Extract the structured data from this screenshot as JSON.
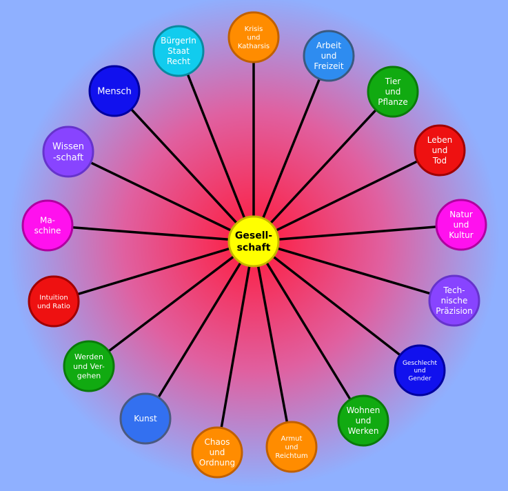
{
  "center": {
    "lines": [
      "Gesell-",
      "schaft"
    ],
    "fill": "#ffff00",
    "stroke": "#c8b400",
    "text_color": "#000000"
  },
  "background": {
    "inner": "#ff1a3c",
    "mid": "#e060a0",
    "outer": "#8fb0ff"
  },
  "spoke_color": "#000000",
  "nodes": [
    {
      "id": "krisis-und-katharsis",
      "lines": [
        "Krisis",
        "und",
        "Katharsis"
      ],
      "fill": "#ff8c00",
      "stroke": "#c06000"
    },
    {
      "id": "arbeit-und-freizeit",
      "lines": [
        "Arbeit",
        "und",
        "Freizeit"
      ],
      "fill": "#2e8cf0",
      "stroke": "#3a5a80"
    },
    {
      "id": "tier-und-pflanze",
      "lines": [
        "Tier",
        "und",
        "Pflanze"
      ],
      "fill": "#11aa11",
      "stroke": "#0a7a0a"
    },
    {
      "id": "leben-und-tod",
      "lines": [
        "Leben",
        "und",
        "Tod"
      ],
      "fill": "#ee1111",
      "stroke": "#a00000"
    },
    {
      "id": "natur-und-kultur",
      "lines": [
        "Natur",
        "und",
        "Kultur"
      ],
      "fill": "#ff11ee",
      "stroke": "#b000a0"
    },
    {
      "id": "technische-praezision",
      "lines": [
        "Tech-",
        "nische",
        "Präzision"
      ],
      "fill": "#8844ff",
      "stroke": "#6633cc"
    },
    {
      "id": "geschlecht-und-gender",
      "lines": [
        "Geschlecht",
        "und",
        "Gender"
      ],
      "fill": "#1111ee",
      "stroke": "#0000a0"
    },
    {
      "id": "wohnen-und-werken",
      "lines": [
        "Wohnen",
        "und",
        "Werken"
      ],
      "fill": "#11aa11",
      "stroke": "#0a7a0a"
    },
    {
      "id": "armut-und-reichtum",
      "lines": [
        "Armut",
        "und",
        "Reichtum"
      ],
      "fill": "#ff8c00",
      "stroke": "#c06000"
    },
    {
      "id": "chaos-und-ordnung",
      "lines": [
        "Chaos",
        "und",
        "Ordnung"
      ],
      "fill": "#ff8c00",
      "stroke": "#c06000"
    },
    {
      "id": "kunst",
      "lines": [
        "Kunst"
      ],
      "fill": "#3370f0",
      "stroke": "#4a5a80"
    },
    {
      "id": "werden-und-vergehen",
      "lines": [
        "Werden",
        "und Ver-",
        "gehen"
      ],
      "fill": "#11aa11",
      "stroke": "#0a7a0a"
    },
    {
      "id": "intuition-und-ratio",
      "lines": [
        "Intuition",
        "und Ratio"
      ],
      "fill": "#ee1111",
      "stroke": "#a00000"
    },
    {
      "id": "maschine",
      "lines": [
        "Ma-",
        "schine"
      ],
      "fill": "#ff11ee",
      "stroke": "#b000a0"
    },
    {
      "id": "wissenschaft",
      "lines": [
        "Wissen",
        "-schaft"
      ],
      "fill": "#8844ff",
      "stroke": "#6633cc"
    },
    {
      "id": "mensch",
      "lines": [
        "Mensch"
      ],
      "fill": "#1111ee",
      "stroke": "#0000a0"
    },
    {
      "id": "buergerin-staat-recht",
      "lines": [
        "BürgerIn",
        "Staat",
        "Recht"
      ],
      "fill": "#11ccee",
      "stroke": "#0a8aa0"
    }
  ]
}
